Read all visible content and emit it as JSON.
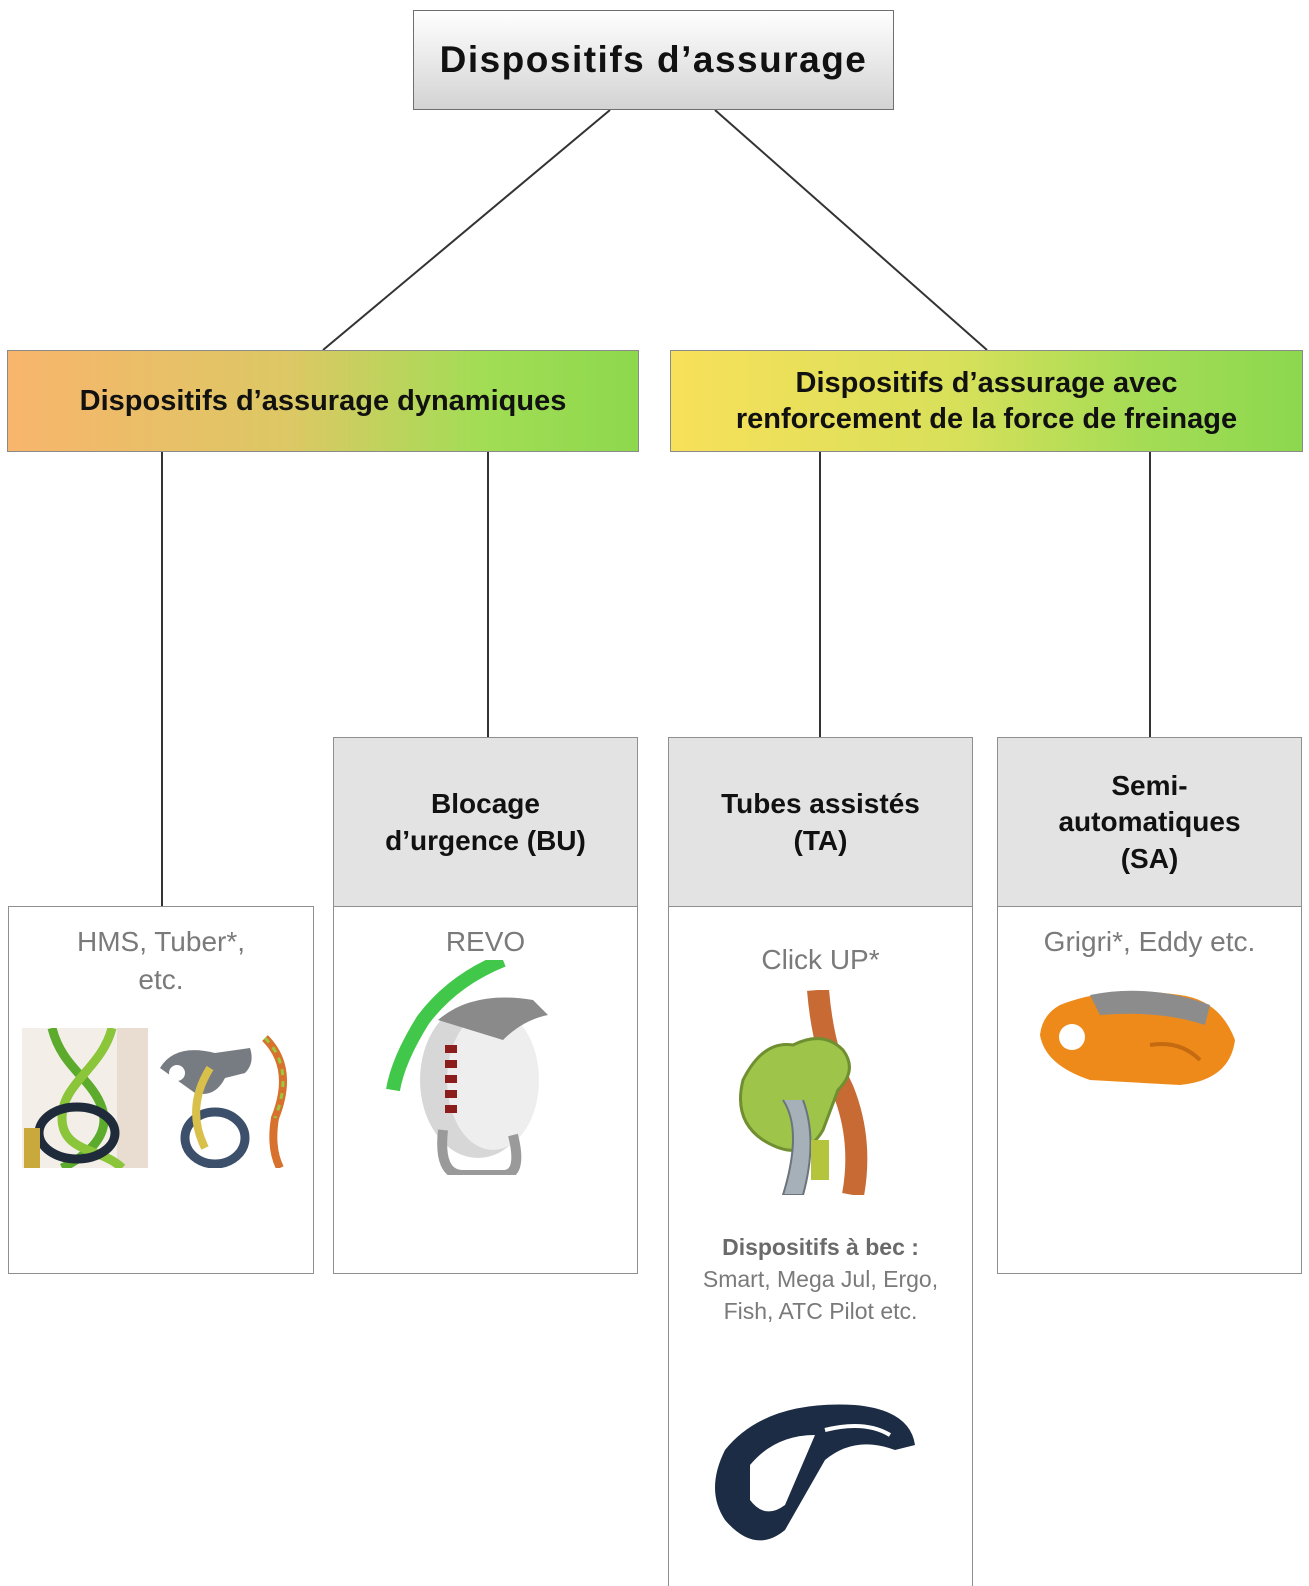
{
  "root": {
    "title": "Dispositifs d’assurage"
  },
  "categories": {
    "dynamic": {
      "label": "Dispositifs d’assurage dynamiques"
    },
    "braking": {
      "label_line1": "Dispositifs d’assurage avec",
      "label_line2": "renforcement de la force de freinage"
    }
  },
  "subcategories": {
    "bu": {
      "line1": "Blocage",
      "line2": "d’urgence (BU)"
    },
    "ta": {
      "line1": "Tubes assistés",
      "line2": "(TA)"
    },
    "sa": {
      "line1": "Semi-",
      "line2": "automatiques",
      "line3": "(SA)"
    }
  },
  "examples": {
    "dynamic": {
      "line1": "HMS, Tuber*,",
      "line2": "etc."
    },
    "bu": {
      "text": "REVO"
    },
    "ta": {
      "text": "Click UP*"
    },
    "ta_bec": {
      "heading": "Dispositifs à bec :",
      "line1": "Smart, Mega Jul, Ergo,",
      "line2": "Fish, ATC Pilot etc."
    },
    "sa": {
      "text": "Grigri*, Eddy etc."
    }
  },
  "colors": {
    "border": "#8f8f8f",
    "line": "#333333",
    "dynamic_gradient_start": "#f8b56c",
    "braking_gradient_start": "#f8e05a",
    "gradient_end": "#8ed84d",
    "subheader_bg": "#e3e3e3",
    "example_text": "#7a7a7a"
  },
  "icons": [
    "hms-carabiner-icon",
    "tuber-device-icon",
    "revo-device-icon",
    "click-up-device-icon",
    "mega-jul-device-icon",
    "grigri-device-icon"
  ]
}
